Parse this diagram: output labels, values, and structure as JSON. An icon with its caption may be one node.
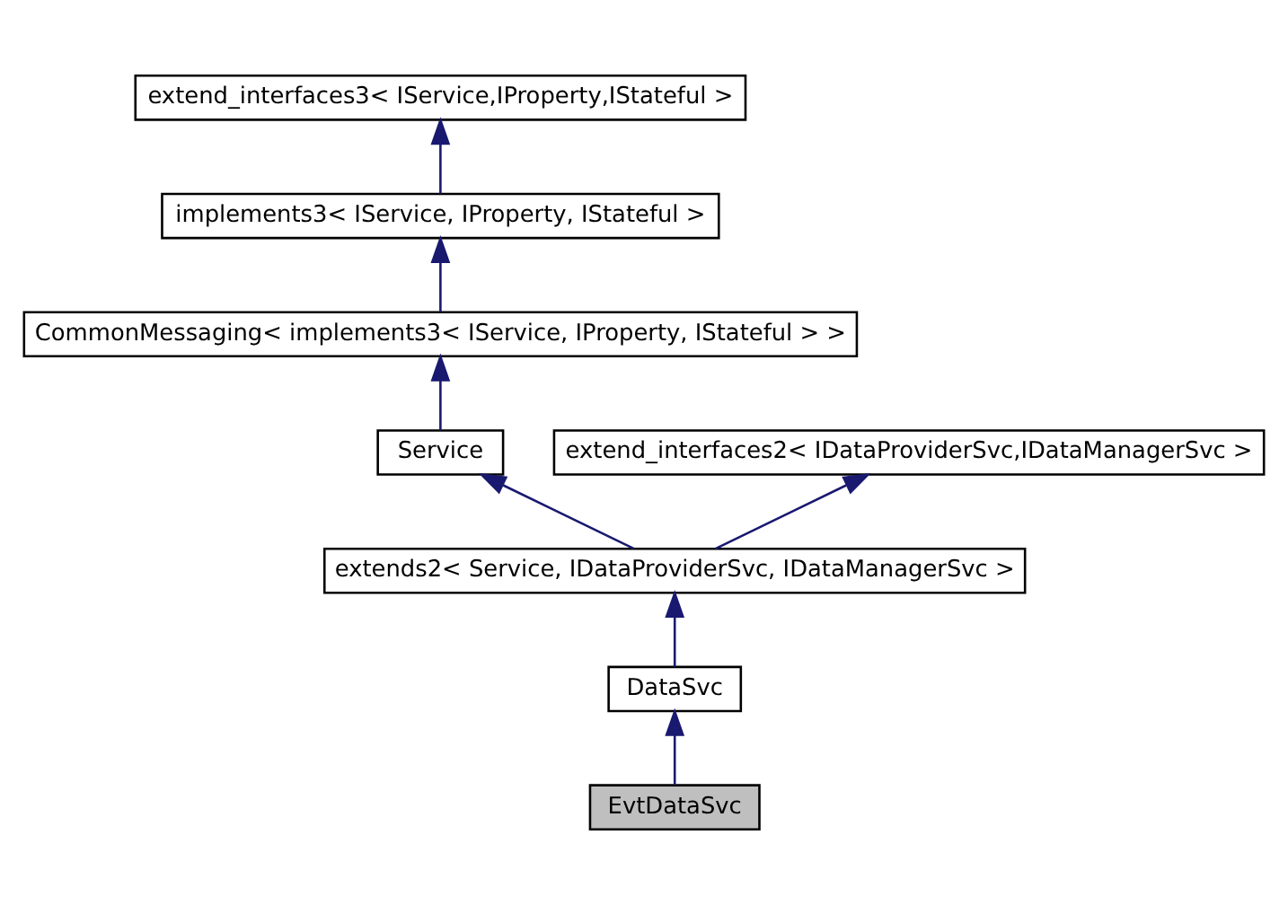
{
  "diagram": {
    "nodes": [
      {
        "text": [
          "extend_interfaces3< IService,IProperty,IStateful >"
        ]
      },
      {
        "text": [
          "implements3< IService, IProperty, IStateful >"
        ]
      },
      {
        "text": [
          "CommonMessaging< implements3< IService, IProperty, IStateful > >"
        ]
      },
      {
        "text": [
          "Service"
        ]
      },
      {
        "text": [
          "extend_interfaces2< IDataProviderSvc,IDataManagerSvc >"
        ]
      },
      {
        "text": [
          "extends2< Service, IDataProviderSvc, IDataManagerSvc >"
        ]
      },
      {
        "text": [
          "DataSvc"
        ]
      },
      {
        "text": [
          "EvtDataSvc"
        ]
      }
    ],
    "edges": [
      {
        "from": 1,
        "to": 0,
        "arrow": "to"
      },
      {
        "from": 2,
        "to": 1,
        "arrow": "to"
      },
      {
        "from": 3,
        "to": 2,
        "arrow": "to"
      },
      {
        "from": 5,
        "to": 3,
        "arrow": "to"
      },
      {
        "from": 5,
        "to": 4,
        "arrow": "to"
      },
      {
        "from": 6,
        "to": 5,
        "arrow": "to"
      },
      {
        "from": 7,
        "to": 6,
        "arrow": "to"
      }
    ]
  }
}
